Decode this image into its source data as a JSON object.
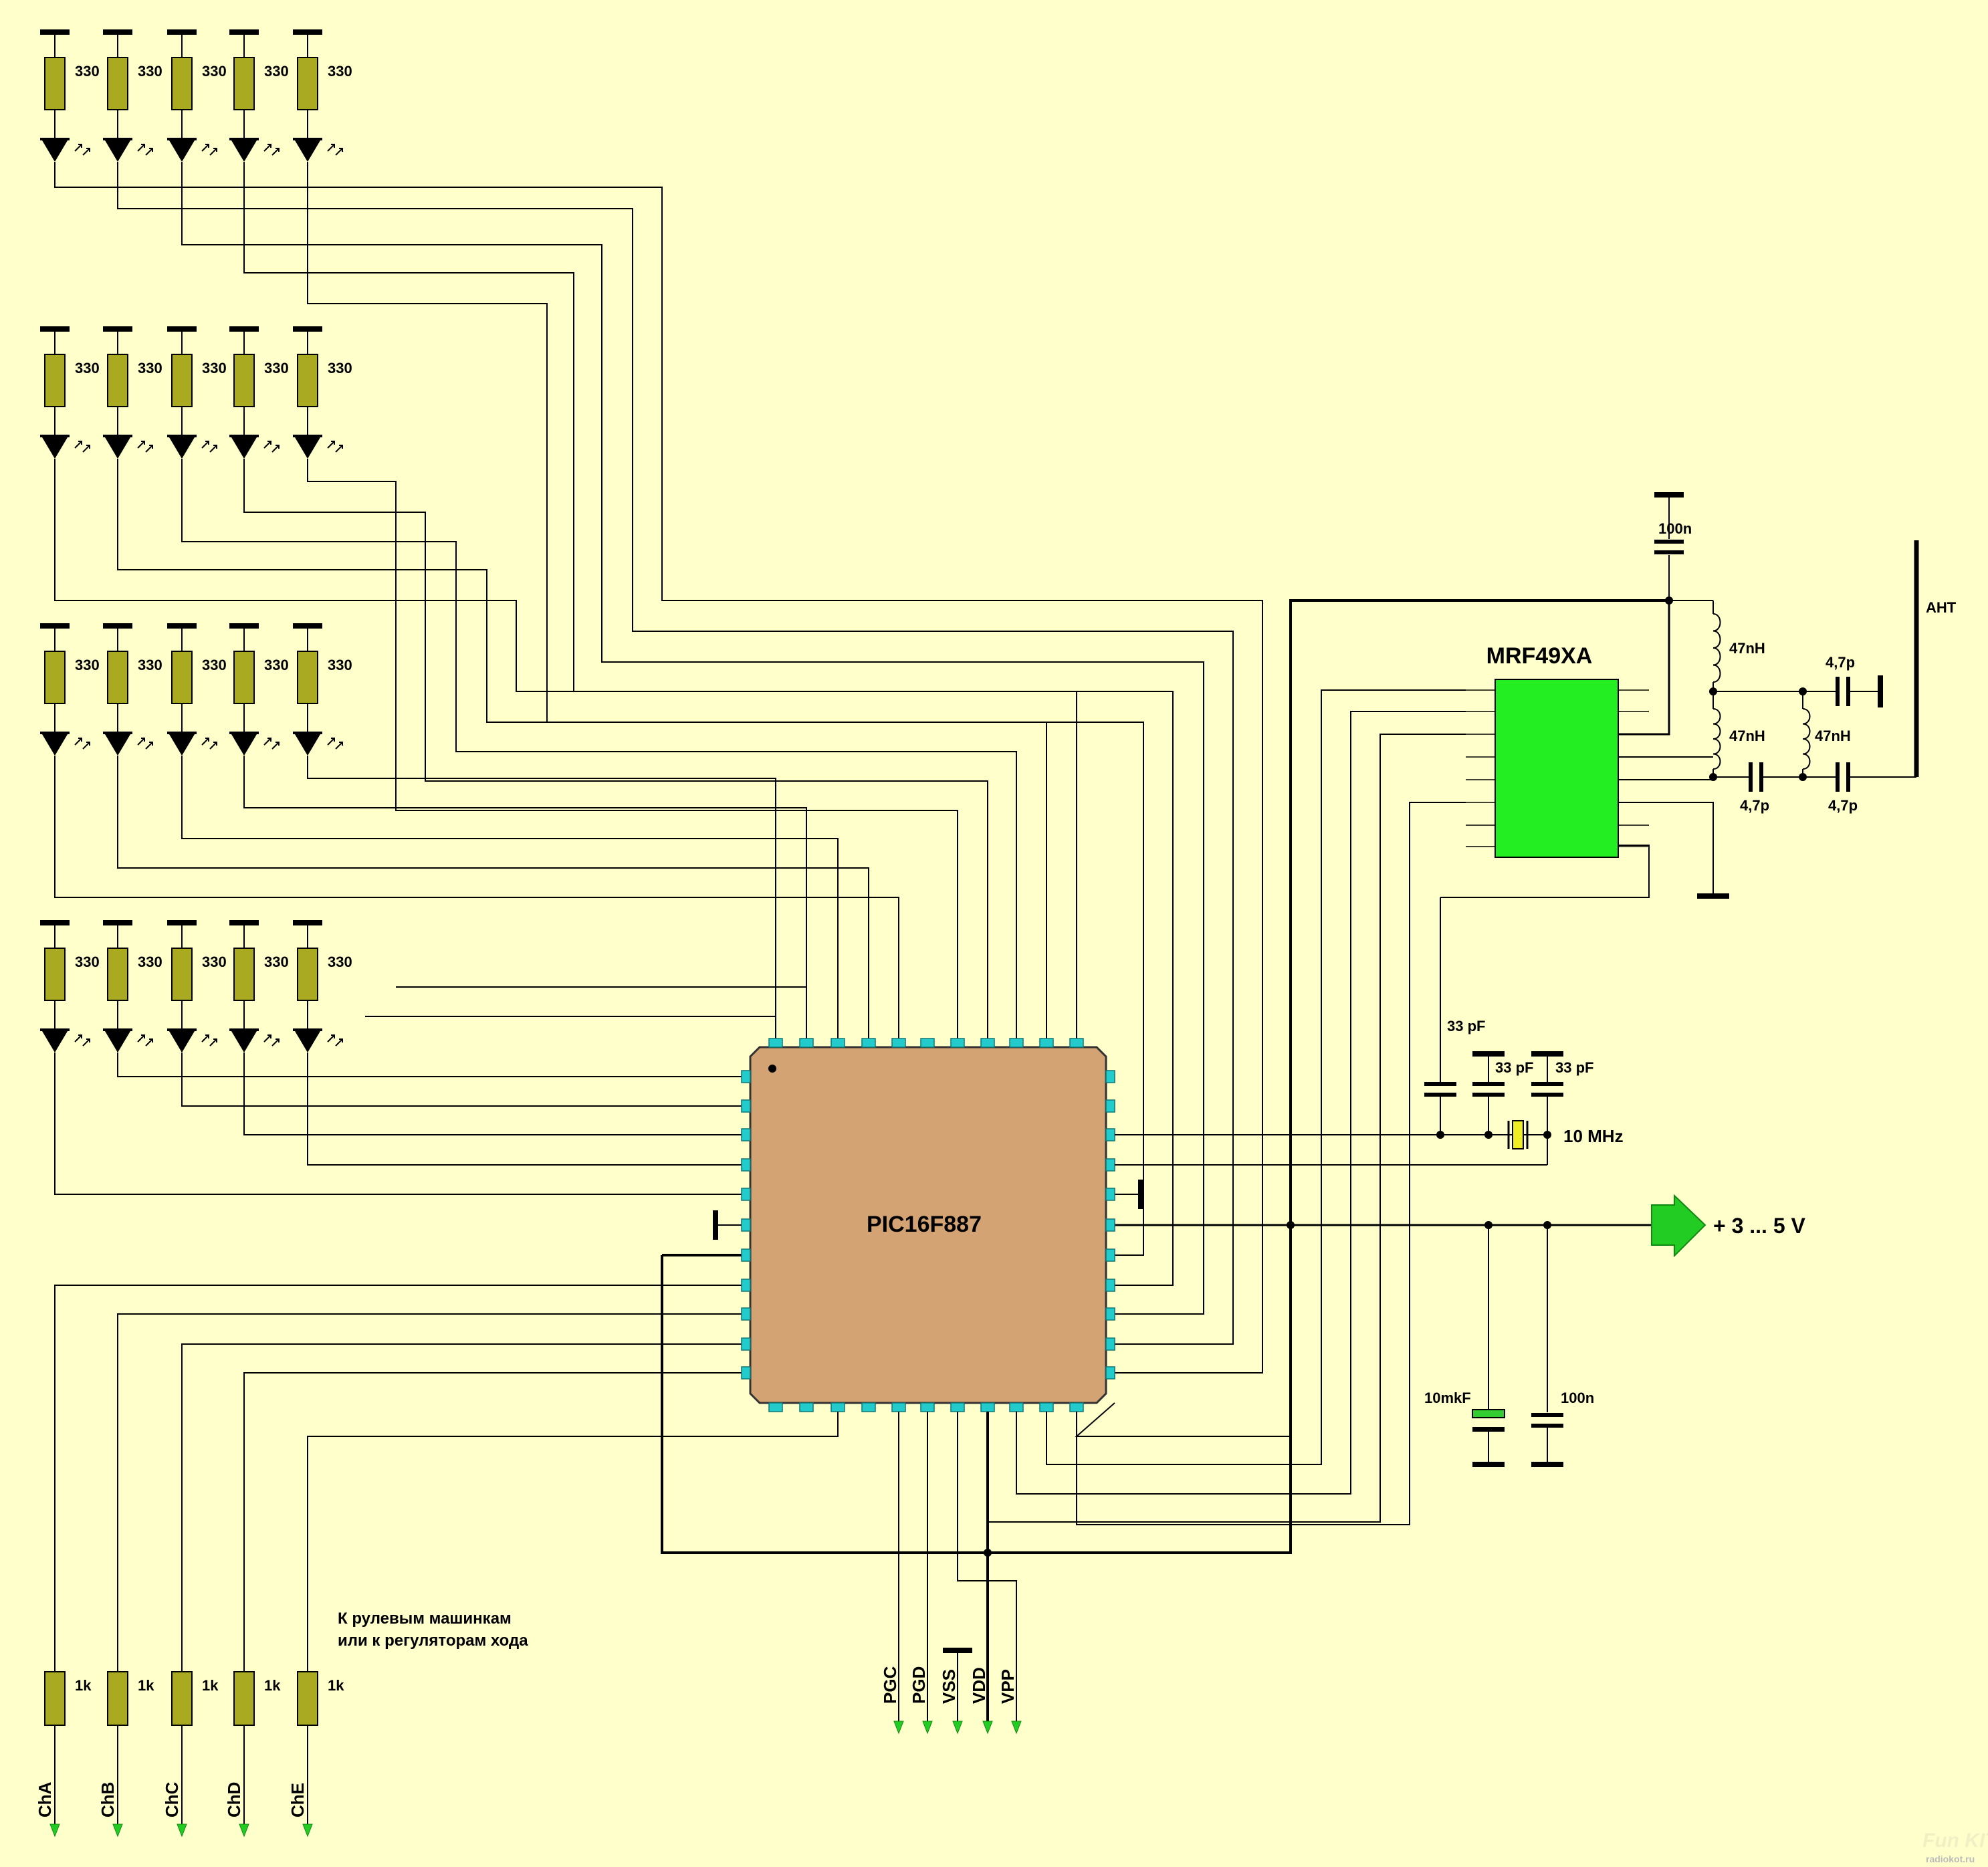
{
  "mcu": {
    "label": "PIC16F887",
    "color": "#d4a373"
  },
  "rf": {
    "label": "MRF49XA",
    "color": "#22ee22"
  },
  "led_resistor_value": "330",
  "servo_resistor_value": "1k",
  "channels": [
    "ChA",
    "ChB",
    "ChC",
    "ChD",
    "ChE"
  ],
  "servo_note": {
    "line1": "К рулевым машинкам",
    "line2": "или к регуляторам хода"
  },
  "prog_pins": [
    "PGC",
    "PGD",
    "VSS",
    "VDD",
    "VPP"
  ],
  "crystal": {
    "label": "10 MHz",
    "cap1": "33 pF",
    "cap2": "33 pF",
    "cap3": "33 pF"
  },
  "power": {
    "label": "+ 3 ... 5 V",
    "cap_electrolytic": "10mkF",
    "cap_ceramic": "100n"
  },
  "rf_network": {
    "decoupling_cap": "100n",
    "inductor1": "47nH",
    "inductor2": "47nH",
    "inductor3": "47nH",
    "cap1": "4,7p",
    "cap2": "4,7p",
    "cap3": "4,7p",
    "antenna_label": "AHT"
  },
  "watermark": {
    "line1": "Fun KIT",
    "line2": "radiokot.ru"
  },
  "colors": {
    "background": "#ffffcc",
    "resistor": "#aaaa22",
    "pin": "#22cccc",
    "arrow": "#22cc22",
    "crystal": "#eeee22"
  }
}
